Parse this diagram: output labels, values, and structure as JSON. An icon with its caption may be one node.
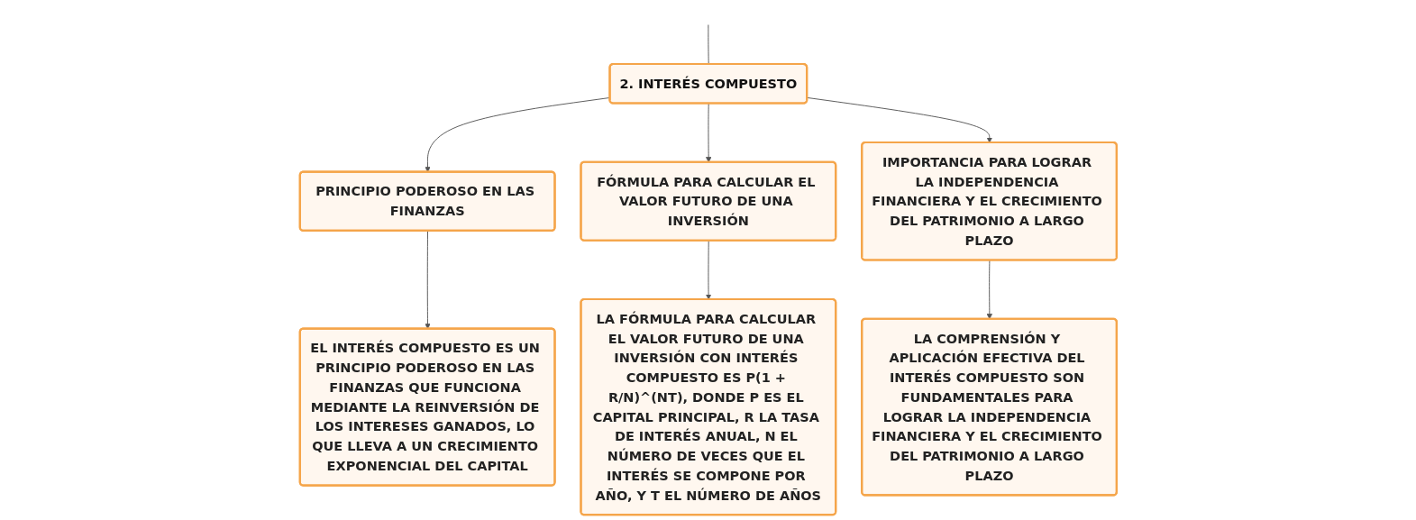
{
  "diagram": {
    "nodes": [
      {
        "text": [
          "2. INTERÉS COMPUESTO"
        ]
      },
      {
        "text": [
          "PRINCIPIO PODEROSO EN LAS FINANZAS"
        ]
      },
      {
        "text": [
          "FÓRMULA PARA CALCULAR EL VALOR FUTURO DE UNA INVERSIÓN"
        ]
      },
      {
        "text": [
          "IMPORTANCIA PARA LOGRAR LA INDEPENDENCIA FINANCIERA Y EL CRECIMIENTO DEL PATRIMONIO A LARGO PLAZO"
        ]
      },
      {
        "text": [
          "EL INTERÉS COMPUESTO ES UN PRINCIPIO PODEROSO EN LAS FINANZAS QUE FUNCIONA MEDIANTE LA REINVERSIÓN DE LOS INTERESES GANADOS, LO QUE LLEVA A UN CRECIMIENTO EXPONENCIAL DEL CAPITAL"
        ]
      },
      {
        "text": [
          "LA FÓRMULA PARA CALCULAR EL VALOR FUTURO DE UNA INVERSIÓN CON INTERÉS COMPUESTO ES P(1 + R/N)^(NT), DONDE P ES EL CAPITAL PRINCIPAL, R LA TASA DE INTERÉS ANUAL, N EL NÚMERO DE VECES QUE EL INTERÉS SE COMPONE POR AÑO, Y T EL NÚMERO DE AÑOS"
        ]
      },
      {
        "text": [
          "LA COMPRENSIÓN Y APLICACIÓN EFECTIVA DEL INTERÉS COMPUESTO SON FUNDAMENTALES PARA LOGRAR LA INDEPENDENCIA FINANCIERA Y EL CRECIMIENTO DEL PATRIMONIO A LARGO PLAZO"
        ]
      }
    ],
    "edges": [
      {
        "from": null,
        "to": 0,
        "arrow": "none"
      },
      {
        "from": 0,
        "to": 1,
        "arrow": "to"
      },
      {
        "from": 0,
        "to": 2,
        "arrow": "to"
      },
      {
        "from": 0,
        "to": 3,
        "arrow": "to"
      },
      {
        "from": 1,
        "to": 4,
        "arrow": "to"
      },
      {
        "from": 2,
        "to": 5,
        "arrow": "to"
      },
      {
        "from": 3,
        "to": 6,
        "arrow": "to"
      }
    ]
  }
}
